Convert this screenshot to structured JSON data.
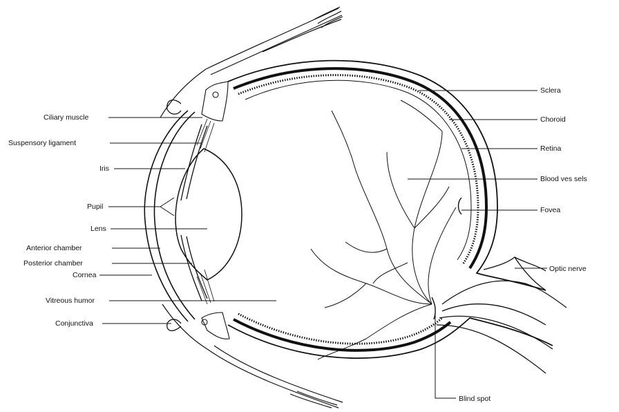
{
  "diagram": {
    "labels": {
      "ciliary_muscle": "Ciliary muscle",
      "suspensory_ligament": "Suspensory ligament",
      "iris": "Iris",
      "pupil": "Pupil",
      "lens": "Lens",
      "anterior_chamber": "Anterior chamber",
      "posterior_chamber": "Posterior chamber",
      "cornea": "Cornea",
      "vitreous_humor": "Vitreous humor",
      "conjunctiva": "Conjunctiva",
      "sclera": "Sclera",
      "choroid": "Choroid",
      "retina": "Retina",
      "blood_vessels": "Blood ves sels",
      "fovea": "Fovea",
      "optic_nerve": "Optic nerve",
      "blind_spot": "Blind spot"
    }
  }
}
